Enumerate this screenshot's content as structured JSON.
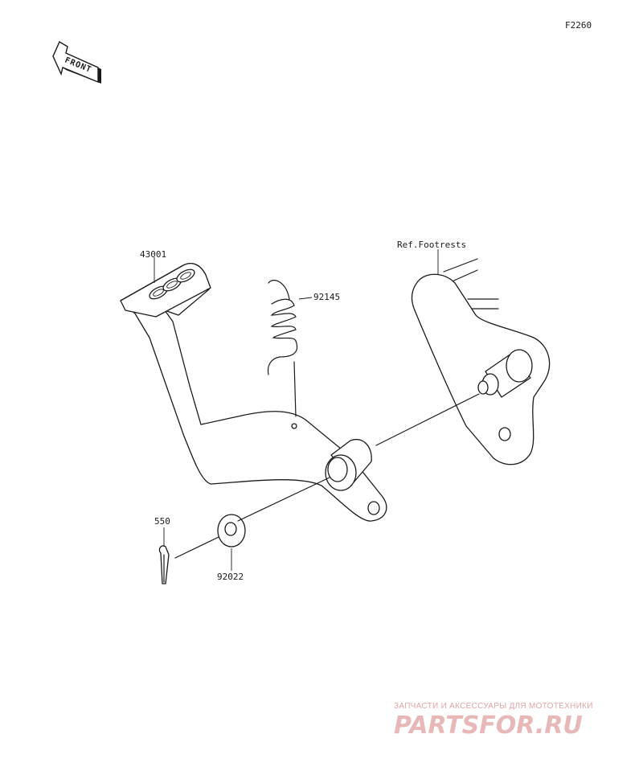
{
  "diagram_code": "F2260",
  "front_badge": "FRONT",
  "parts": [
    {
      "id": "pedal",
      "label": "43001"
    },
    {
      "id": "spring",
      "label": "92145"
    },
    {
      "id": "washer",
      "label": "92022"
    },
    {
      "id": "cotter_pin",
      "label": "550"
    }
  ],
  "reference": "Ref.Footrests",
  "watermark": {
    "subtitle": "ЗАПЧАСТИ И АКСЕССУАРЫ ДЛЯ МОТОТЕХНИКИ",
    "brand": "PARTSFOR.RU"
  }
}
